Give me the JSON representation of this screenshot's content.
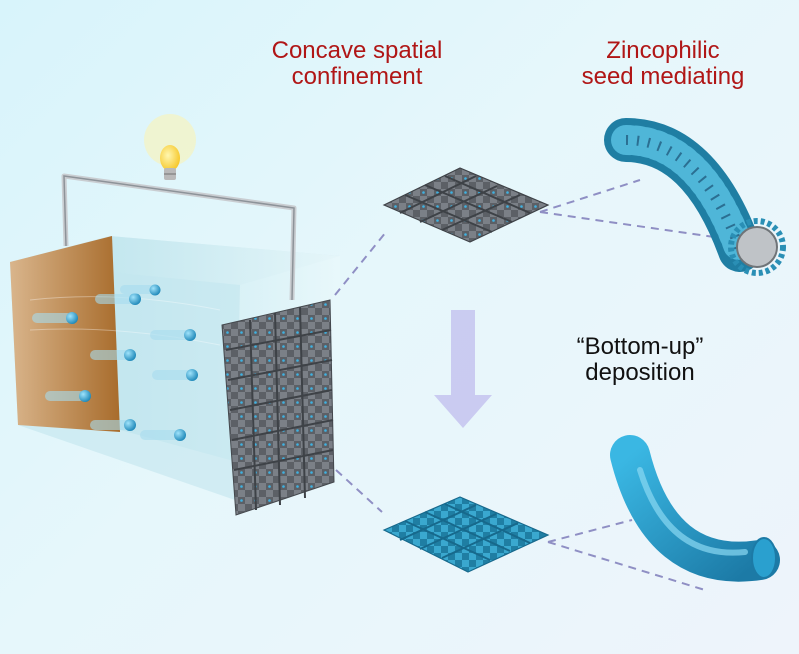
{
  "labels": {
    "concave_line1": "Concave spatial",
    "concave_line2": "confinement",
    "zinc_line1": "Zincophilic",
    "zinc_line2": "seed mediating",
    "bottom_line1": "“Bottom-up”",
    "bottom_line2": "deposition"
  },
  "colors": {
    "label_red": "#b01616",
    "label_black": "#111111",
    "ion_blue": "#2ea6d6",
    "dashed_line": "#8f8fc4",
    "arrow": "#c7c6f0",
    "fabric_gray": "#5c6066",
    "fabric_blue": "#2a8fb5",
    "bulb": "#ffe14a"
  },
  "icons": [
    "light-bulb-icon",
    "down-arrow-icon"
  ]
}
